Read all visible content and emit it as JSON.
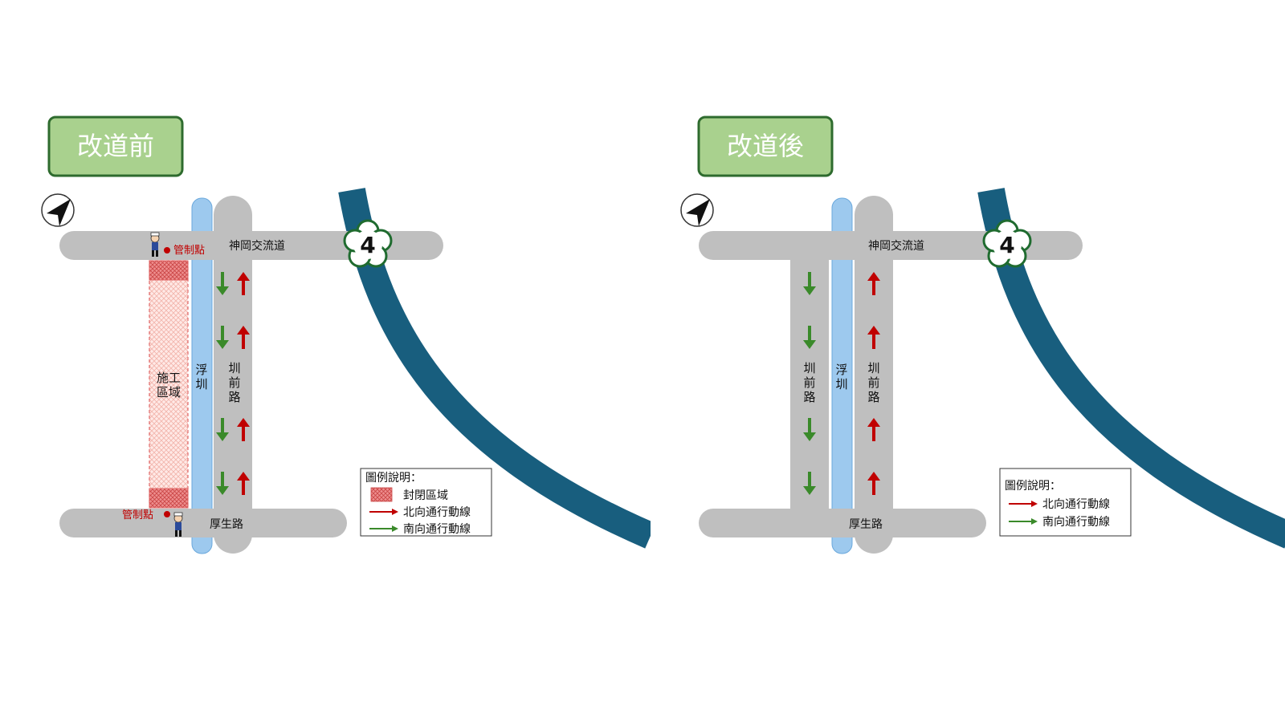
{
  "colors": {
    "road": "#bfbfbf",
    "canal": "#9dc9ee",
    "canal_edge": "#6aa8dc",
    "freeway": "#185e7e",
    "title_fill": "#a9d18e",
    "title_border": "#2e6b2e",
    "north_arrow": "#c00000",
    "south_arrow": "#3a8a2a",
    "closure": "#e06666",
    "shield_green": "#1f6b2f"
  },
  "icons": {
    "compass": "north-compass-icon",
    "police": "traffic-police-icon",
    "control_dot": "control-point-dot-icon",
    "route_shield": "plum-blossom-route-shield-icon"
  },
  "before": {
    "title": "改道前",
    "top_road": "神岡交流道",
    "bottom_road": "厚生路",
    "canal": [
      "浮",
      "圳"
    ],
    "road_label": [
      "圳",
      "前",
      "路"
    ],
    "work_zone": [
      "施工",
      "區域"
    ],
    "control_point_top": "管制點",
    "control_point_bottom": "管制點",
    "route_number": "4",
    "legend": {
      "title": "圖例說明：",
      "items": [
        "封閉區域",
        "北向通行動線",
        "南向通行動線"
      ]
    }
  },
  "after": {
    "title": "改道後",
    "top_road": "神岡交流道",
    "bottom_road": "厚生路",
    "canal": [
      "浮",
      "圳"
    ],
    "road_label_left": [
      "圳",
      "前",
      "路"
    ],
    "road_label_right": [
      "圳",
      "前",
      "路"
    ],
    "route_number": "4",
    "legend": {
      "title": "圖例說明：",
      "items": [
        "北向通行動線",
        "南向通行動線"
      ]
    }
  }
}
